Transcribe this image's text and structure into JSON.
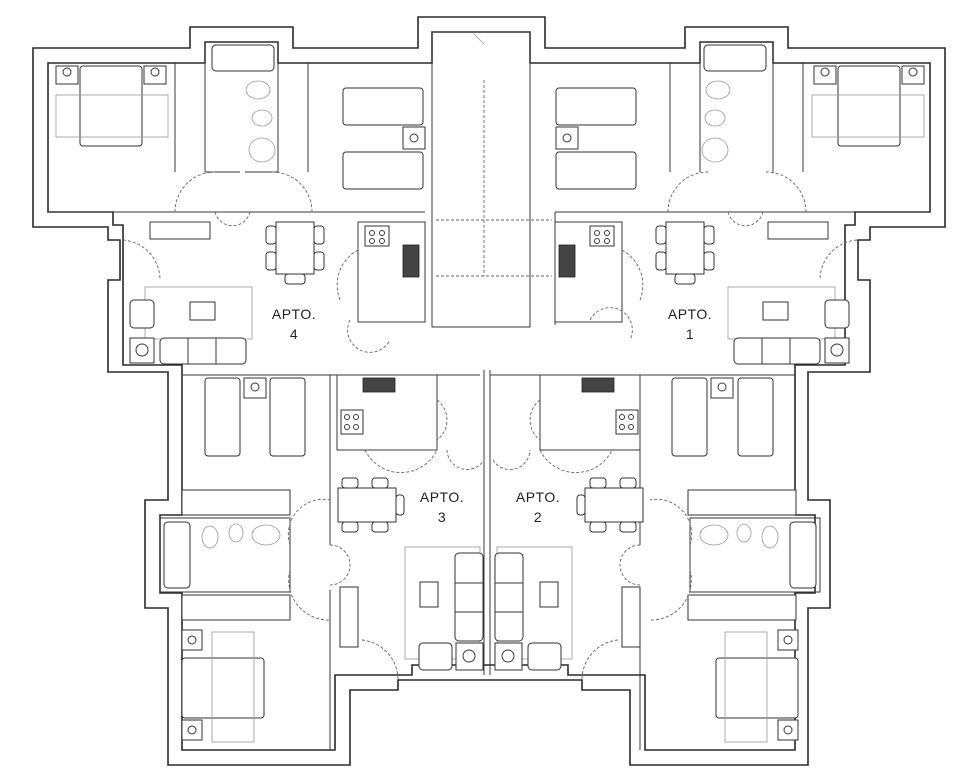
{
  "plan": {
    "type": "residential floor plan",
    "apartments": [
      {
        "id": "apto-4",
        "title": "APTO.",
        "number": "4"
      },
      {
        "id": "apto-1",
        "title": "APTO.",
        "number": "1"
      },
      {
        "id": "apto-3",
        "title": "APTO.",
        "number": "3"
      },
      {
        "id": "apto-2",
        "title": "APTO.",
        "number": "2"
      }
    ],
    "colors": {
      "line": "#2a2a2a",
      "background": "#ffffff",
      "fixture_fill": "#444444"
    }
  }
}
